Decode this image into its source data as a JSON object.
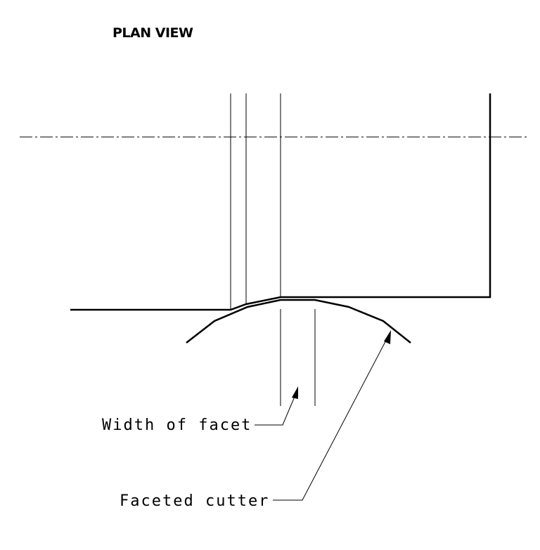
{
  "title": "PLAN VIEW",
  "labels": {
    "width_of_facet": "Width of facet",
    "faceted_cutter": "Faceted cutter"
  }
}
